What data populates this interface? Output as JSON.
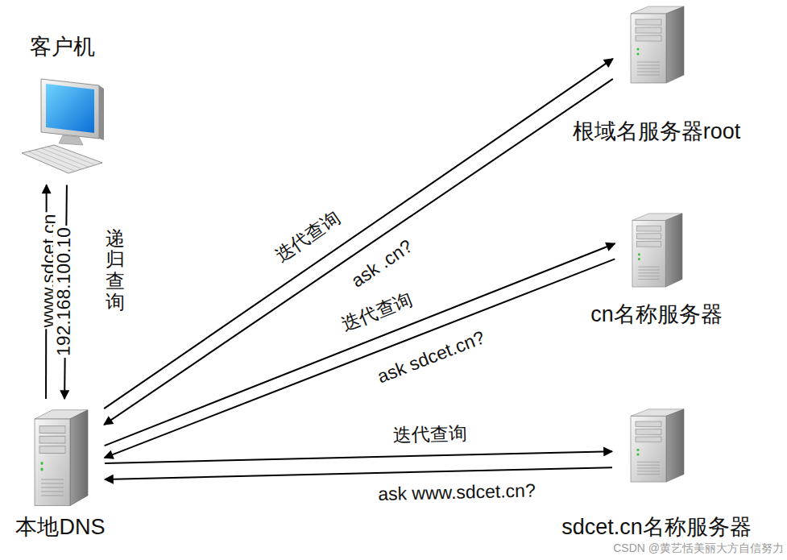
{
  "diagram": {
    "nodes": [
      {
        "text": [
          "客户机"
        ]
      },
      {
        "text": [
          "根域名服务器root"
        ]
      },
      {
        "text": [
          "cn名称服务器"
        ]
      },
      {
        "text": [
          "本地DNS"
        ]
      },
      {
        "text": [
          "sdcet.cn名称服务器"
        ]
      }
    ],
    "edges": [
      {
        "from": 0,
        "to": 3,
        "arrow": "to",
        "label": "www.sdcet.cn"
      },
      {
        "from": 3,
        "to": 0,
        "arrow": "to",
        "label": "192.168.100.10"
      },
      {
        "from": 3,
        "to": 1,
        "arrow": "to",
        "label": "迭代查询"
      },
      {
        "from": 1,
        "to": 3,
        "arrow": "to",
        "label": "ask .cn?"
      },
      {
        "from": 3,
        "to": 2,
        "arrow": "to",
        "label": "迭代查询"
      },
      {
        "from": 2,
        "to": 3,
        "arrow": "to",
        "label": "ask sdcet.cn?"
      },
      {
        "from": 3,
        "to": 4,
        "arrow": "to",
        "label": "迭代查询"
      },
      {
        "from": 4,
        "to": 3,
        "arrow": "to",
        "label": "ask www.sdcet.cn?"
      }
    ],
    "labels": [
      "递归查询",
      "CSDN @黄艺恬美丽大方自信努力"
    ]
  }
}
